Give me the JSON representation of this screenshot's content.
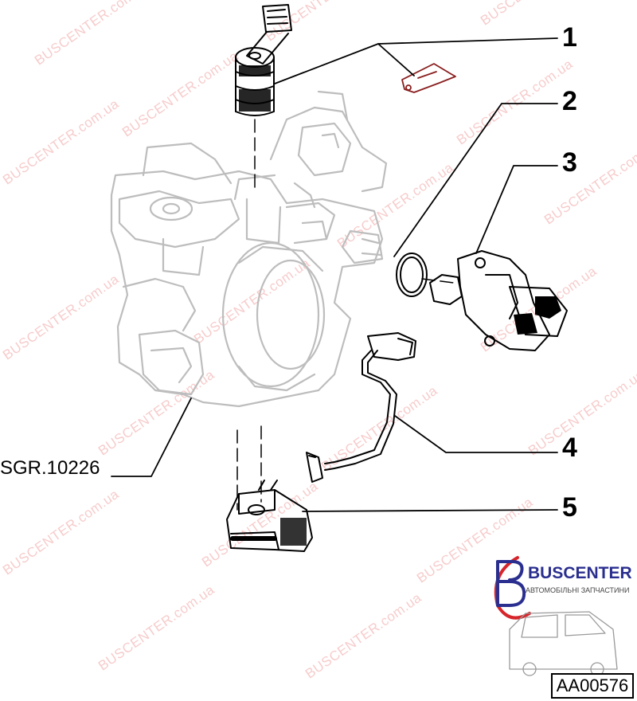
{
  "diagram": {
    "callouts": [
      "1",
      "2",
      "3",
      "4",
      "5"
    ],
    "reference_label": "SGR.10226",
    "drawing_code": "AA00576"
  },
  "watermark": {
    "text": "BUSCENTER.com.ua",
    "color": "#e04a4a"
  },
  "logo": {
    "brand": "BUSCENTER",
    "tagline": "АВТОМОБІЛЬНІ ЗАПЧАСТИНИ",
    "brand_color": "#2a2f8f",
    "accent_color": "#d6262b"
  }
}
